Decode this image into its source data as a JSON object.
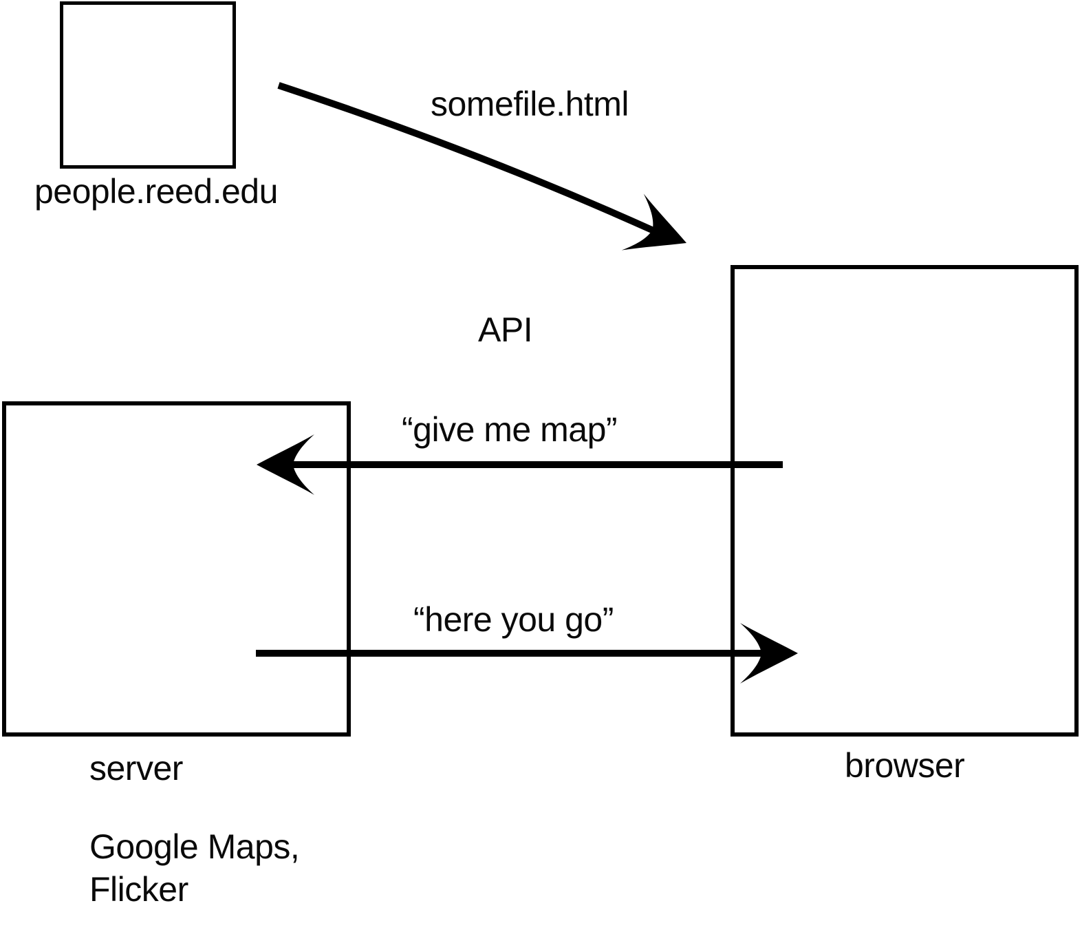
{
  "diagram": {
    "background_color": "#ffffff",
    "line_color": "#000000",
    "nodes": {
      "people": {
        "label": "people.reed.edu"
      },
      "browser": {
        "label": "browser"
      },
      "server": {
        "label": "server",
        "examples_line1": "Google Maps,",
        "examples_line2": "Flicker"
      }
    },
    "edges": {
      "somefile": {
        "label": "somefile.html",
        "from": "people.reed.edu",
        "to": "browser"
      },
      "api": {
        "label": "API"
      },
      "give_me_map": {
        "label": "“give me map”",
        "from": "browser",
        "to": "server"
      },
      "here_you_go": {
        "label": "“here you go”",
        "from": "server",
        "to": "browser"
      }
    }
  }
}
